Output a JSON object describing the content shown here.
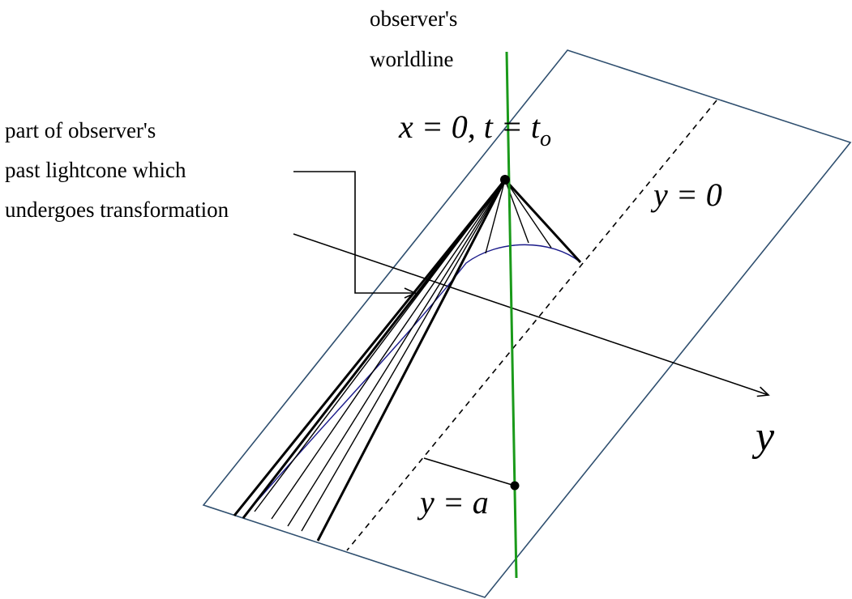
{
  "labels": {
    "worldline_line1": "observer's",
    "worldline_line2": "worldline",
    "lightcone_line1": "part of observer's",
    "lightcone_line2": "past lightcone which",
    "lightcone_line3": "undergoes transformation",
    "event_label": "x = 0, t = t",
    "event_subscript": "o",
    "y_zero_label": "y = 0",
    "y_a_label": "y = a",
    "y_axis_label": "y"
  },
  "colors": {
    "plane_edge": "#2f4f6f",
    "worldline": "#1a9a1a",
    "cone_curve": "#1a1a8a",
    "ink": "#000000"
  }
}
